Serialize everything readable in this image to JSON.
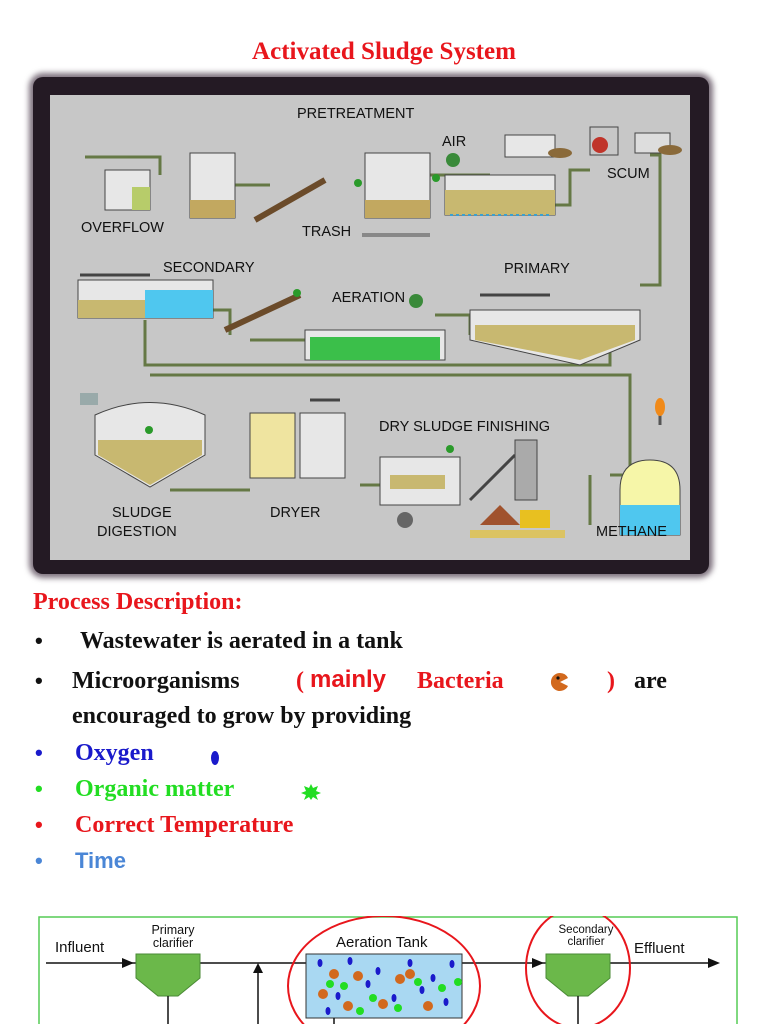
{
  "title": "Activated Sludge System",
  "plant_labels": {
    "pretreatment": "PRETREATMENT",
    "air": "AIR",
    "scum": "SCUM",
    "overflow": "OVERFLOW",
    "trash": "TRASH",
    "secondary": "SECONDARY",
    "primary": "PRIMARY",
    "aeration": "AERATION",
    "dry_sludge_finishing": "DRY SLUDGE FINISHING",
    "sludge": "SLUDGE",
    "digestion": "DIGESTION",
    "dryer": "DRYER",
    "methane": "METHANE"
  },
  "process": {
    "heading": "Process Description:",
    "line1": "Wastewater is aerated in a tank",
    "line2_a": "Microorganisms",
    "line2_open": "(",
    "line2_mainly": "mainly",
    "line2_bacteria": "Bacteria",
    "line2_close": ")",
    "line2_are": "are",
    "line3": "encouraged to grow by providing",
    "bullet_oxygen": "Oxygen",
    "bullet_organic": "Organic matter",
    "bullet_temp": "Correct Temperature",
    "bullet_time": "Time",
    "bullet_char": "•"
  },
  "flow_diagram": {
    "influent": "Influent",
    "primary_clarifier_1": "Primary",
    "primary_clarifier_2": "clarifier",
    "aeration_tank": "Aeration Tank",
    "secondary_clarifier_1": "Secondary",
    "secondary_clarifier_2": "clarifier",
    "effluent": "Effluent"
  },
  "colors": {
    "title_red": "#e8161c",
    "oxygen_blue": "#1a1acb",
    "organic_green": "#22dd22",
    "time_blue": "#4a86d6",
    "bacteria_orange": "#d2691e"
  }
}
